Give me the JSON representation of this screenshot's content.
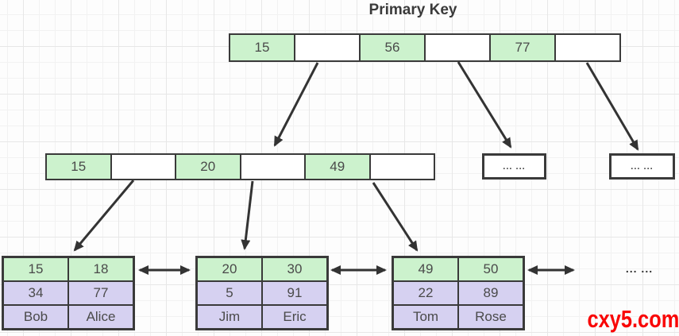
{
  "title": "Primary Key",
  "colors": {
    "key_cell_green": "#ccf2cd",
    "data_cell_purple": "#d6d1f1",
    "box_border": "#3a3a3a",
    "arrow": "#333333",
    "watermark_red": "#f90606",
    "cell_text": "#4a4a4a"
  },
  "root_node": {
    "cells": [
      "15",
      "",
      "56",
      "",
      "77",
      ""
    ]
  },
  "internal_node": {
    "cells": [
      "15",
      "",
      "20",
      "",
      "49",
      ""
    ]
  },
  "overflow_boxes": [
    "... ...",
    "... ..."
  ],
  "leaf_nodes": [
    {
      "rows": [
        [
          "15",
          "18"
        ],
        [
          "34",
          "77"
        ],
        [
          "Bob",
          "Alice"
        ]
      ]
    },
    {
      "rows": [
        [
          "20",
          "30"
        ],
        [
          "5",
          "91"
        ],
        [
          "Jim",
          "Eric"
        ]
      ]
    },
    {
      "rows": [
        [
          "49",
          "50"
        ],
        [
          "22",
          "89"
        ],
        [
          "Tom",
          "Rose"
        ]
      ]
    }
  ],
  "trailing_ellipsis": "... ...",
  "watermark": "cxy5.com"
}
